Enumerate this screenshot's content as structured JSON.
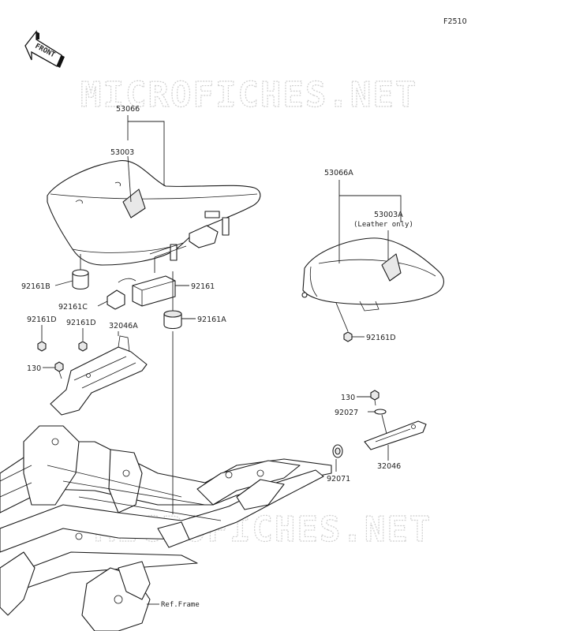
{
  "figure_code": "F2510",
  "front_label": "FRONT",
  "watermarks": [
    "MICROFICHES.NET",
    "MICROFICHES.NET"
  ],
  "parts": {
    "p53066": "53066",
    "p53003": "53003",
    "p53066A": "53066A",
    "p53003A": "53003A",
    "p53003A_note": "(Leather only)",
    "p92161B": "92161B",
    "p92161": "92161",
    "p92161C": "92161C",
    "p92161A": "92161A",
    "p92161D_left": "92161D",
    "p92161D_mid": "92161D",
    "p32046A": "32046A",
    "p130_left": "130",
    "p92161D_right": "92161D",
    "p130_right": "130",
    "p92027": "92027",
    "p92071": "92071",
    "p32046": "32046",
    "ref_frame": "Ref.Frame"
  }
}
